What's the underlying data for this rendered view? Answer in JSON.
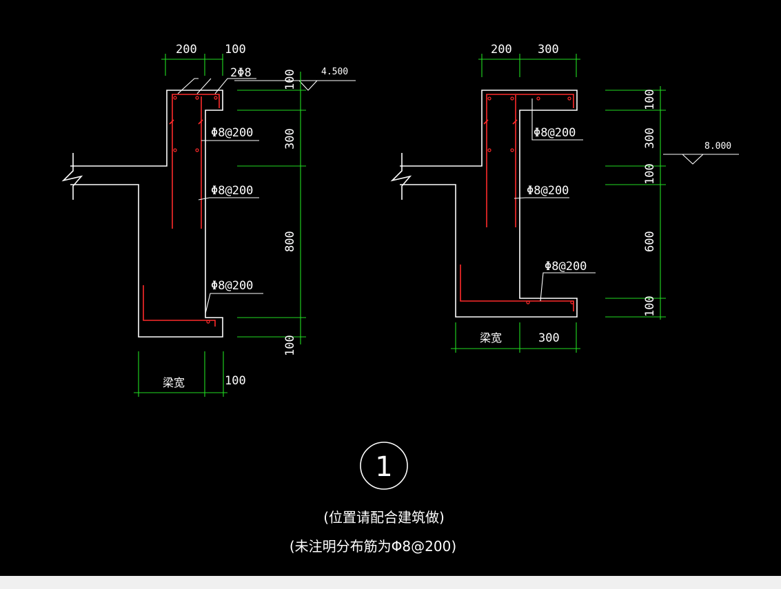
{
  "left_section": {
    "dim_top": [
      "200",
      "100"
    ],
    "dim_right": [
      "100",
      "300",
      "800",
      "100"
    ],
    "dim_bottom": [
      "梁宽",
      "100"
    ],
    "top_bar_label": "2Φ8",
    "rebar_labels": [
      "Φ8@200",
      "Φ8@200",
      "Φ8@200"
    ],
    "level": "4.500"
  },
  "right_section": {
    "dim_top": [
      "200",
      "300"
    ],
    "dim_right": [
      "100",
      "300",
      "100",
      "600",
      "100"
    ],
    "dim_bottom": [
      "梁宽",
      "300"
    ],
    "rebar_labels": [
      "Φ8@200",
      "Φ8@200",
      "Φ8@200"
    ],
    "level": "8.000"
  },
  "detail_number": "1",
  "notes": [
    "(位置请配合建筑做)",
    "(未注明分布筋为Φ8@200)"
  ]
}
